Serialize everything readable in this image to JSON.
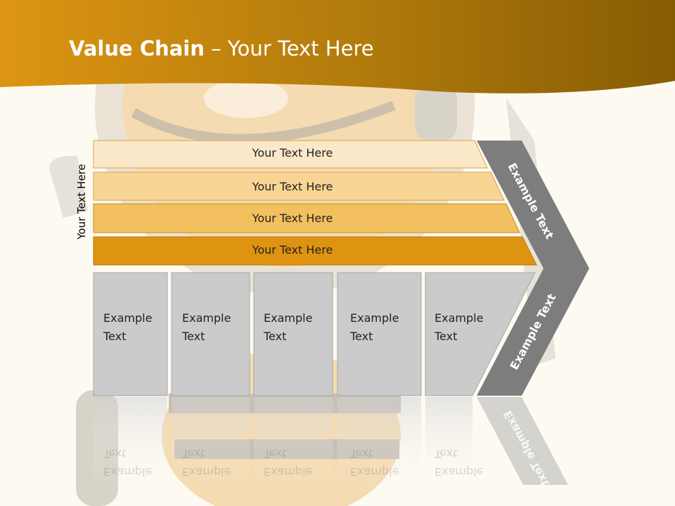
{
  "title": {
    "bold": "Value Chain",
    "rest": " – Your Text Here"
  },
  "side_label": "Your Text Here",
  "bands": [
    {
      "label": "Your Text Here",
      "color": "#fbe8c8"
    },
    {
      "label": "Your Text Here",
      "color": "#f8d594"
    },
    {
      "label": "Your Text Here",
      "color": "#f2c05e"
    },
    {
      "label": "Your Text Here",
      "color": "#de9410"
    }
  ],
  "columns": [
    {
      "label": "Example\nText"
    },
    {
      "label": "Example\nText"
    },
    {
      "label": "Example\nText"
    },
    {
      "label": "Example\nText"
    },
    {
      "label": "Example\nText"
    }
  ],
  "arrow": {
    "upper_label": "Example Text",
    "lower_label": "Example Text",
    "color": "#7d7d7d"
  },
  "colors": {
    "header_start": "#dd9512",
    "header_end": "#8a5e04",
    "box": "#cbcbcb"
  }
}
